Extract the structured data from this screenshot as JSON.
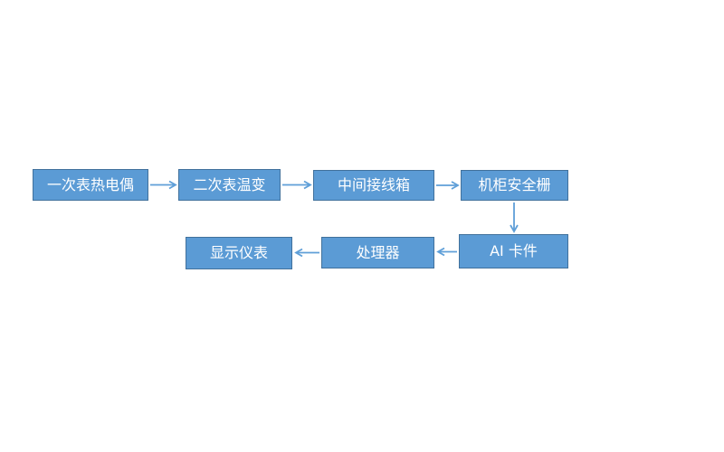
{
  "diagram": {
    "type": "flowchart",
    "background": "#ffffff",
    "colors": {
      "node_fill": "#5b9bd5",
      "node_border": "#41719c",
      "arrow": "#5f9fd8",
      "label_text": "#ffffff"
    },
    "nodes": [
      {
        "id": "primary-thermocouple",
        "label": "一次表热电偶"
      },
      {
        "id": "secondary-temp-transmitter",
        "label": "二次表温变"
      },
      {
        "id": "intermediate-junction-box",
        "label": "中间接线箱"
      },
      {
        "id": "cabinet-safety-barrier",
        "label": "机柜安全栅"
      },
      {
        "id": "display-instrument",
        "label": "显示仪表"
      },
      {
        "id": "processor",
        "label": "处理器"
      },
      {
        "id": "ai-card",
        "label": "AI 卡件"
      }
    ],
    "edges": [
      {
        "from": "一次表热电偶",
        "to": "二次表温变",
        "direction": "right"
      },
      {
        "from": "二次表温变",
        "to": "中间接线箱",
        "direction": "right"
      },
      {
        "from": "中间接线箱",
        "to": "机柜安全栅",
        "direction": "right"
      },
      {
        "from": "机柜安全栅",
        "to": "AI 卡件",
        "direction": "down"
      },
      {
        "from": "AI 卡件",
        "to": "处理器",
        "direction": "left"
      },
      {
        "from": "处理器",
        "to": "显示仪表",
        "direction": "left"
      }
    ]
  }
}
